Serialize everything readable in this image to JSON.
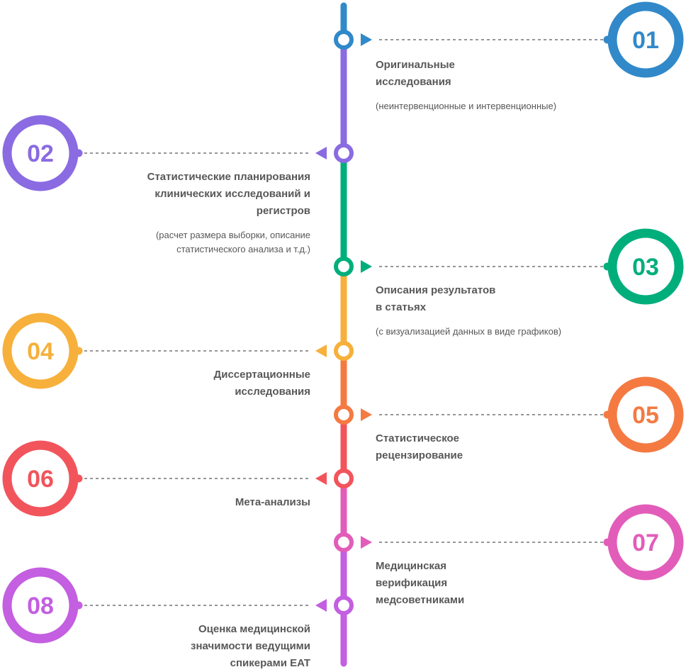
{
  "steps": [
    {
      "number": "01",
      "title": "Оригинальные\nисследования",
      "description": "(неинтервенционные и интервенционные)",
      "color": "#3189c9",
      "side": "right"
    },
    {
      "number": "02",
      "title": "Статистические планирования\nклинических исследований и\nрегистров",
      "description": "(расчет размера выборки, описание\nстатистического анализа и т.д.)",
      "color": "#8a6be2",
      "side": "left"
    },
    {
      "number": "03",
      "title": "Описания результатов\nв статьях",
      "description": "(с визуализацией данных в виде графиков)",
      "color": "#00ae7c",
      "side": "right"
    },
    {
      "number": "04",
      "title": "Диссертационные\nисследования",
      "description": "",
      "color": "#f6b03b",
      "side": "left"
    },
    {
      "number": "05",
      "title": "Статистическое\nрецензирование",
      "description": "",
      "color": "#f47a42",
      "side": "right"
    },
    {
      "number": "06",
      "title": "Мета-анализы",
      "description": "",
      "color": "#f2545b",
      "side": "left"
    },
    {
      "number": "07",
      "title": "Медицинская\nверификация\nмедсоветниками",
      "description": "",
      "color": "#e25db9",
      "side": "right"
    },
    {
      "number": "08",
      "title": "Оценка медицинской\nзначимости ведущими\nспикерами EAT",
      "description": "",
      "color": "#c35fe0",
      "side": "left"
    }
  ]
}
